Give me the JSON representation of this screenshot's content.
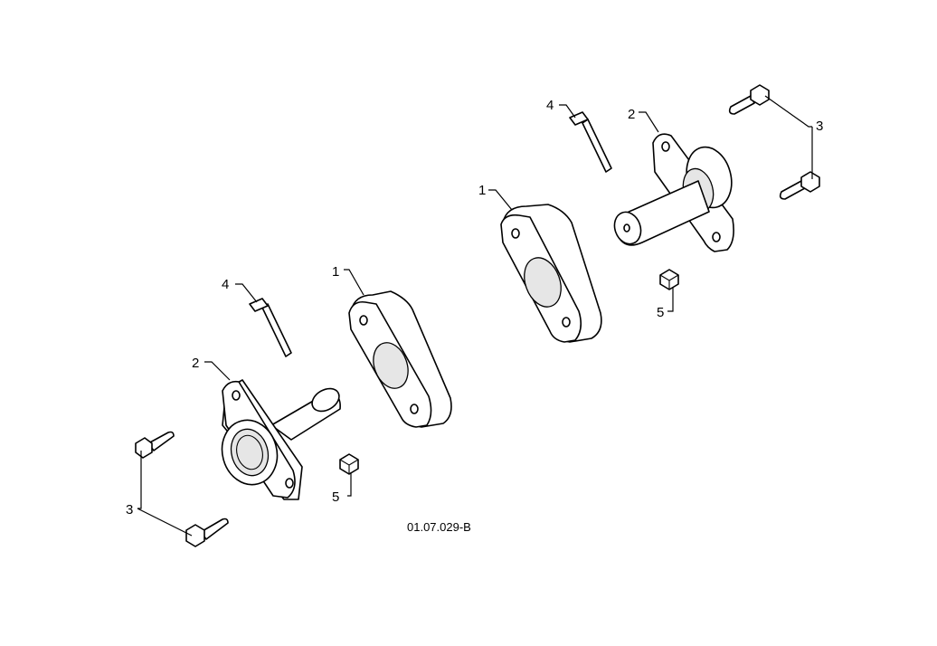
{
  "drawing_number": "01.07.029-B",
  "callouts": {
    "spacer_upper": "1",
    "spacer_lower": "1",
    "bearing_upper": "2",
    "bearing_lower": "2",
    "flange_bolts_upper": "3",
    "flange_bolts_lower": "3",
    "pin_upper": "4",
    "pin_lower": "4",
    "nut_upper": "5",
    "nut_lower": "5"
  }
}
